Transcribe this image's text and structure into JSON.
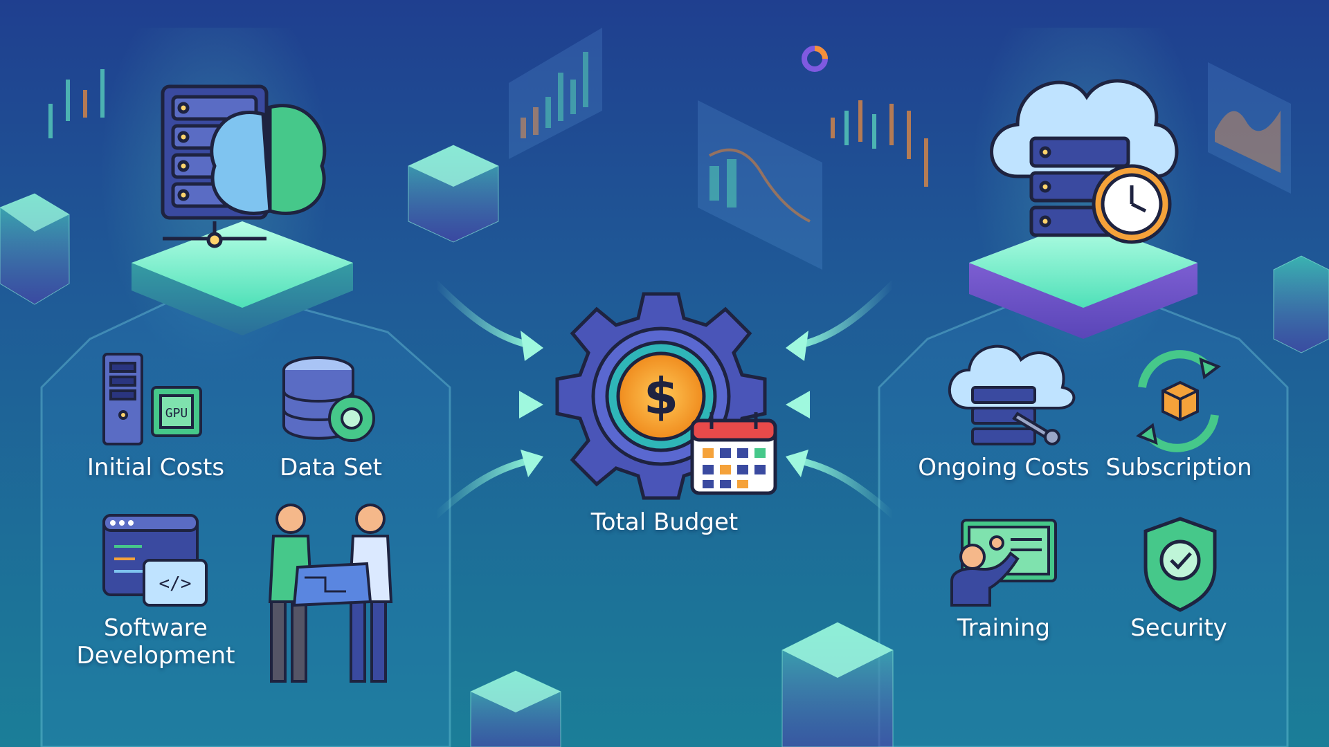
{
  "diagram": {
    "center": {
      "label": "Total Budget",
      "icon": "budget-gear-icon"
    },
    "left_group": {
      "platform_icon": "ai-server-brain-icon",
      "items": [
        {
          "label": "Initial Costs",
          "icon": "gpu-server-icon"
        },
        {
          "label": "Data Set",
          "icon": "database-gear-icon"
        },
        {
          "label": "Software Development",
          "icon": "code-window-icon"
        },
        {
          "label": "",
          "icon": "team-planning-icon"
        }
      ]
    },
    "right_group": {
      "platform_icon": "cloud-server-clock-icon",
      "items": [
        {
          "label": "Ongoing Costs",
          "icon": "cloud-maintenance-icon"
        },
        {
          "label": "Subscription",
          "icon": "renewal-box-icon"
        },
        {
          "label": "Training",
          "icon": "presentation-icon"
        },
        {
          "label": "Security",
          "icon": "shield-check-icon"
        }
      ]
    }
  },
  "colors": {
    "background_top": "#1f3f8f",
    "background_bottom": "#1b7e98",
    "accent_teal": "#6ff2c8",
    "accent_purple": "#6a5bd8",
    "coin_orange": "#f5a623",
    "icon_outline": "#1e2340"
  }
}
